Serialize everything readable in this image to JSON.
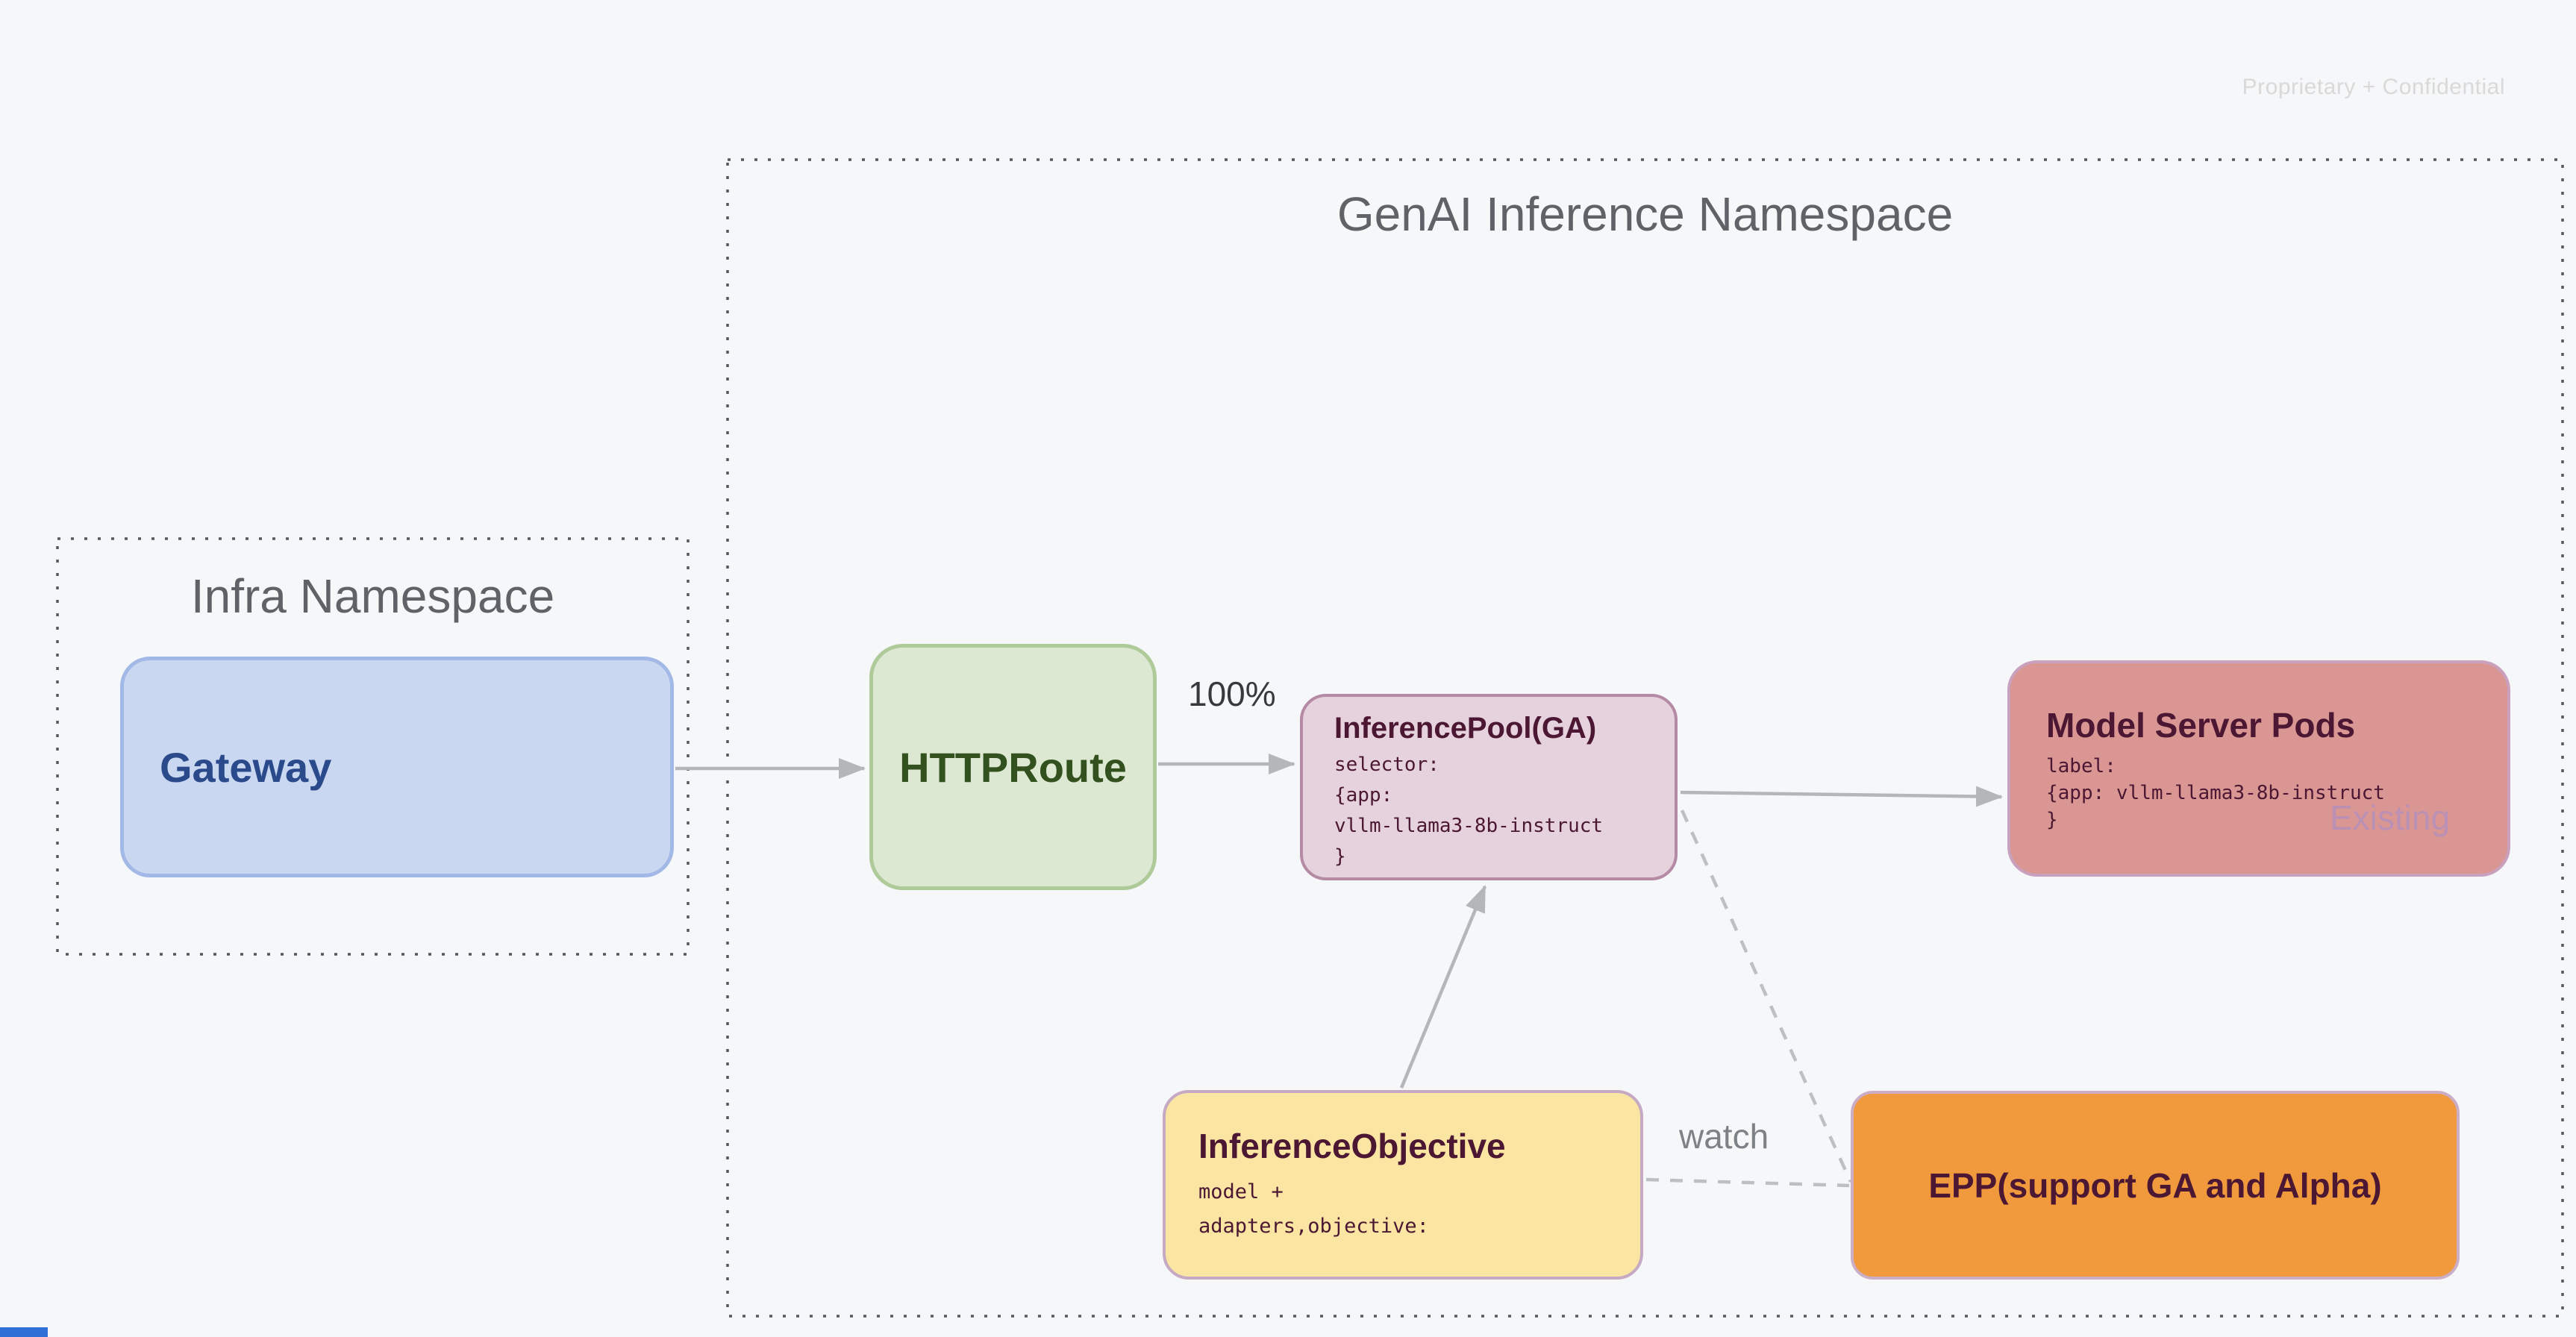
{
  "watermark": "Proprietary + Confidential",
  "namespaces": {
    "genai": {
      "title": "GenAI Inference Namespace"
    },
    "infra": {
      "title": "Infra Namespace"
    }
  },
  "nodes": {
    "gateway": {
      "title": "Gateway"
    },
    "httproute": {
      "title": "HTTPRoute"
    },
    "inference_pool": {
      "title": "InferencePool(GA)",
      "code": [
        "selector:",
        "{app:",
        "vllm-llama3-8b-instruct",
        "}"
      ]
    },
    "model_server_pods": {
      "title": "Model Server Pods",
      "code": [
        "label:",
        "{app: vllm-llama3-8b-instruct",
        "}"
      ],
      "tag": "Existing"
    },
    "inference_objective": {
      "title": "InferenceObjective",
      "code": [
        "model +",
        "adapters,objective:"
      ]
    },
    "epp": {
      "title": "EPP(support GA and Alpha)"
    }
  },
  "edges": {
    "httproute_to_pool_label": "100%",
    "objective_to_epp_label": "watch"
  },
  "colors": {
    "background": "#f6f7f9",
    "namespace_border": "#55585b",
    "namespace_title": "#5f6368",
    "gateway_fill": "#cad7f0",
    "gateway_border": "#a2b9e8",
    "gateway_text": "#2b4a8b",
    "httproute_fill": "#dde8d2",
    "httproute_border": "#afca99",
    "httproute_text": "#33511e",
    "pool_fill": "#e6d2dc",
    "pool_border": "#b58aa5",
    "pods_fill": "#d99693",
    "pods_border": "#c9a0bd",
    "objective_fill": "#fbe5a3",
    "objective_border": "#c6a9c2",
    "epp_fill": "#f0993d",
    "epp_border": "#cbaec6",
    "dark_text": "#4b1733",
    "arrow": "#b4b7ba",
    "existing_tag": "#b48fbe",
    "watermark": "#d9d9d9"
  }
}
